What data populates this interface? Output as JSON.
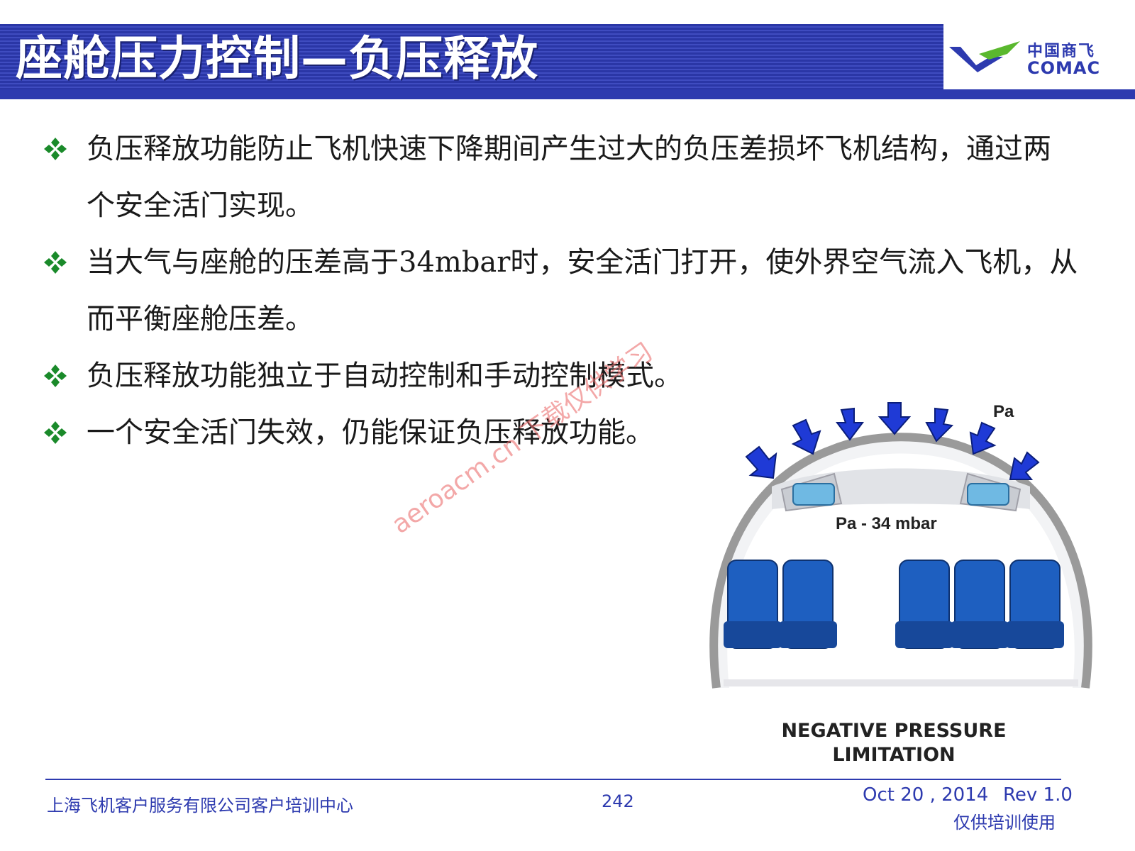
{
  "header": {
    "title": "座舱压力控制—负压释放",
    "logo_cn": "中国商飞",
    "logo_en": "COMAC"
  },
  "bullets": [
    "负压释放功能防止飞机快速下降期间产生过大的负压差损坏飞机结构，通过两个安全活门实现。",
    "当大气与座舱的压差高于34mbar时，安全活门打开，使外界空气流入飞机，从而平衡座舱压差。",
    "负压释放功能独立于自动控制和手动控制模式。",
    "一个安全活门失效，仍能保证负压释放功能。"
  ],
  "watermark": "aeroacm.cn 下载仅供学习",
  "figure": {
    "label_outside": "Pa",
    "label_inside": "Pa - 34 mbar",
    "caption_line1": "NEGATIVE PRESSURE",
    "caption_line2": "LIMITATION"
  },
  "footer": {
    "organization": "上海飞机客户服务有限公司客户培训中心",
    "page_number": "242",
    "date": "Oct 20 , 2014",
    "revision": "Rev 1.0",
    "note": "仅供培训使用"
  },
  "colors": {
    "header_blue": "#2d3aaf",
    "bullet_green": "#1a8a2a",
    "arrow_blue": "#1f3ad6",
    "seat_blue": "#1e5fc0",
    "watermark": "#eb6e6e"
  }
}
